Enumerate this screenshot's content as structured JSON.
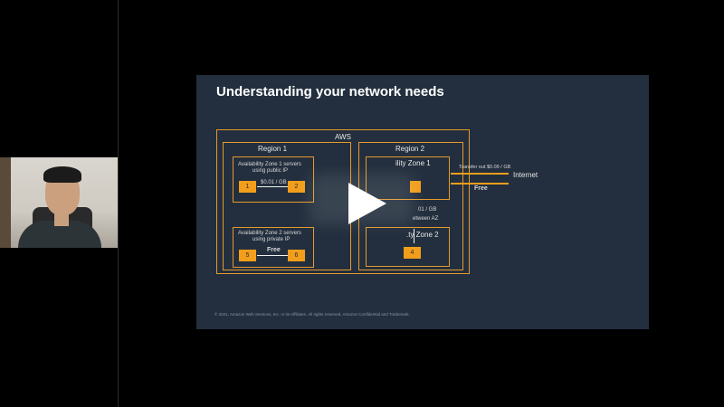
{
  "slide": {
    "title": "Understanding your network needs",
    "aws_label": "AWS",
    "region1": {
      "label": "Region 1",
      "az1": {
        "label_line1": "Availability Zone 1 servers",
        "label_line2": "using public IP",
        "node_a": "1",
        "node_b": "2",
        "cost": "$0.01 / GB"
      },
      "az2": {
        "label_line1": "Availability Zone 2 servers",
        "label_line2": "using private IP",
        "node_a": "5",
        "node_b": "6",
        "cost": "Free"
      }
    },
    "region2": {
      "label": "Region 2",
      "az1_label": "ility Zone 1",
      "az2_label": ".ty Zone 2",
      "node_4": "4",
      "cost_between": "01 / GB",
      "between_label": "etween AZ",
      "transfer_out": "Transfer out $0.09 / GB",
      "inbound_cost": "Free",
      "internet_label": "Internet"
    },
    "footer": "© 2021, Amazon Web Services, Inc. or its Affiliates. All rights reserved. Amazon Confidential and Trademark."
  },
  "colors": {
    "slide_bg": "#232f3e",
    "accent": "#f29e1b",
    "page_bg": "#000000"
  },
  "icons": {
    "play": "play-icon"
  }
}
